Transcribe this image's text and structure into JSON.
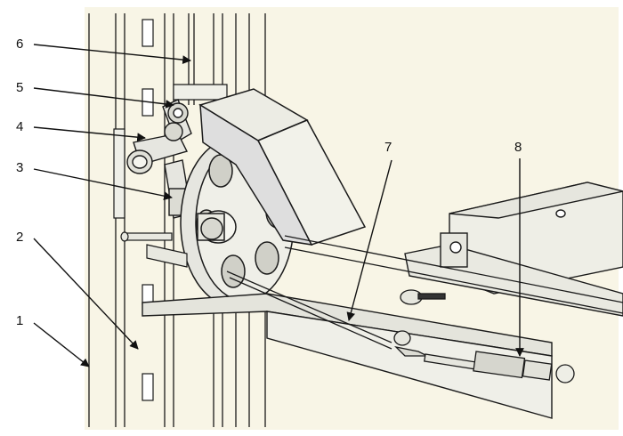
{
  "colors": {
    "background": "#f8f5e6",
    "line": "#1a1a1a",
    "metal_light": "#e6e6e0",
    "metal_mid": "#c9c9c2",
    "metal_dark": "#9a9a94"
  },
  "callouts": [
    {
      "id": "1",
      "label": "1"
    },
    {
      "id": "2",
      "label": "2"
    },
    {
      "id": "3",
      "label": "3"
    },
    {
      "id": "4",
      "label": "4"
    },
    {
      "id": "5",
      "label": "5"
    },
    {
      "id": "6",
      "label": "6"
    },
    {
      "id": "7",
      "label": "7"
    },
    {
      "id": "8",
      "label": "8"
    }
  ]
}
